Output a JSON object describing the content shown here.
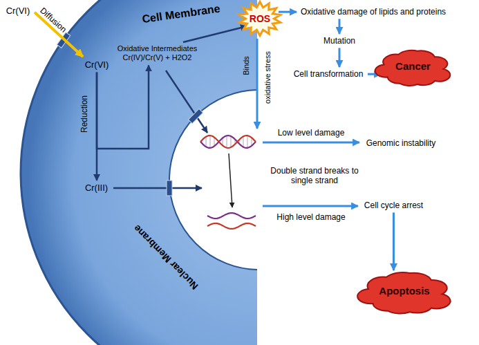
{
  "diagram": {
    "nodes": [
      {
        "text": [
          "Cr(VI)"
        ]
      },
      {
        "text": [
          "Cr(VI)"
        ]
      },
      {
        "text": [
          "Oxidative Intermediates",
          "Cr(IV)/Cr(V) + H2O2"
        ]
      },
      {
        "text": [
          "Cr(III)"
        ]
      },
      {
        "text": [
          "ROS"
        ]
      },
      {
        "text": [
          "Oxidative damage of lipids and proteins"
        ]
      },
      {
        "text": [
          "Mutation"
        ]
      },
      {
        "text": [
          "Cell transformation"
        ]
      },
      {
        "text": [
          "Cancer"
        ]
      },
      {
        "text": [
          "Genomic instability"
        ]
      },
      {
        "text": [
          "Cell cycle arrest"
        ]
      },
      {
        "text": [
          "Apoptosis"
        ]
      }
    ],
    "edges": [
      {
        "from": 0,
        "to": 1,
        "label": "Diffusion",
        "arrow": "to"
      },
      {
        "from": 1,
        "to": 3,
        "label": "Reduction",
        "arrow": "to"
      },
      {
        "from": 1,
        "to": 2,
        "arrow": "to"
      },
      {
        "from": 2,
        "to": 4,
        "arrow": "to"
      },
      {
        "from": 4,
        "to": 5,
        "arrow": "to"
      },
      {
        "from": 5,
        "to": 6,
        "arrow": "to"
      },
      {
        "from": 6,
        "to": 7,
        "arrow": "to"
      },
      {
        "from": 7,
        "to": 8,
        "arrow": "to"
      },
      {
        "from": 10,
        "to": 11,
        "arrow": "to"
      }
    ],
    "labels": [
      "Cell Membrane",
      "Binds",
      "oxidative stress",
      "Low level damage",
      "Double strand breaks to single strand",
      "High level damage",
      "Nuclear Membrane"
    ]
  }
}
